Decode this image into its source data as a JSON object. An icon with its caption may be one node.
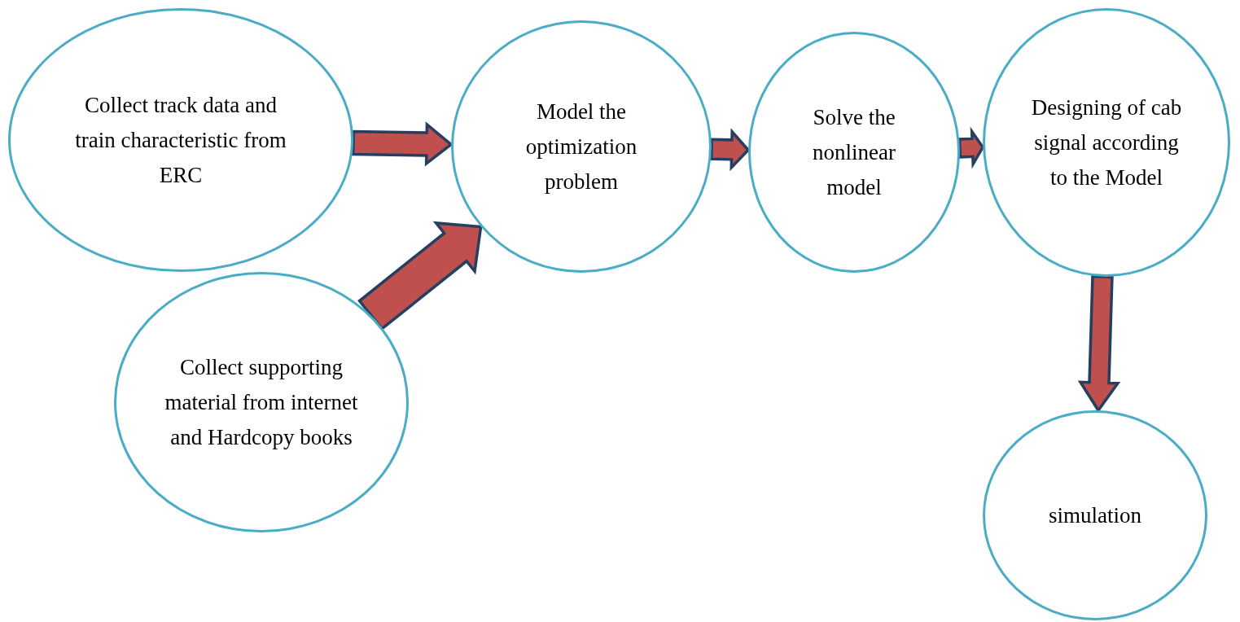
{
  "diagram": {
    "nodes": [
      {
        "text": [
          "Collect track data and train characteristic from ERC"
        ]
      },
      {
        "text": [
          "Model the optimization problem"
        ]
      },
      {
        "text": [
          "Collect supporting material from internet and Hardcopy books"
        ]
      },
      {
        "text": [
          "Solve the nonlinear model"
        ]
      },
      {
        "text": [
          "Designing of cab signal according to the Model"
        ]
      },
      {
        "text": [
          "simulation"
        ]
      }
    ],
    "edges": [
      {
        "from": 0,
        "to": 1,
        "arrow": "to"
      },
      {
        "from": 2,
        "to": 1,
        "arrow": "to"
      },
      {
        "from": 1,
        "to": 3,
        "arrow": "to"
      },
      {
        "from": 3,
        "to": 4,
        "arrow": "to"
      },
      {
        "from": 4,
        "to": 5,
        "arrow": "to"
      }
    ]
  }
}
